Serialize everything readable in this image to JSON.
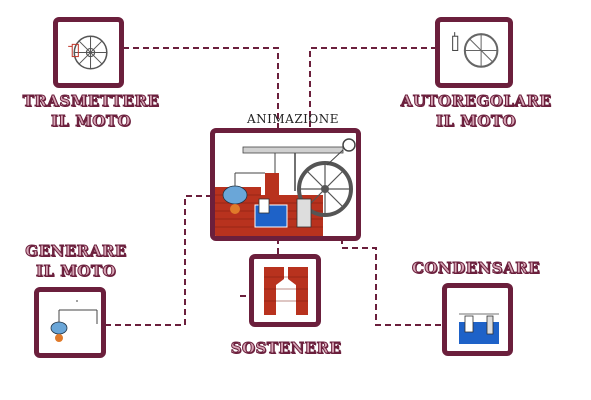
{
  "diagram": {
    "center_caption": "ANIMAZIONE",
    "nodes": {
      "trasmettere": {
        "line1": "TRASMETTERE",
        "line2": "IL MOTO"
      },
      "autoregolare": {
        "line1": "AUTOREGOLARE",
        "line2": "IL MOTO"
      },
      "generare": {
        "line1": "GENERARE",
        "line2": "IL MOTO"
      },
      "condensare": {
        "line1": "CONDENSARE"
      },
      "sostenere": {
        "line1": "SOSTENERE"
      }
    }
  },
  "colors": {
    "frame": "#6b1f3c",
    "label_fill": "#d8a8b8",
    "brick": "#b8321e",
    "water": "#1e62c8",
    "boiler": "#6aa6d8",
    "fire": "#e07a2a"
  }
}
